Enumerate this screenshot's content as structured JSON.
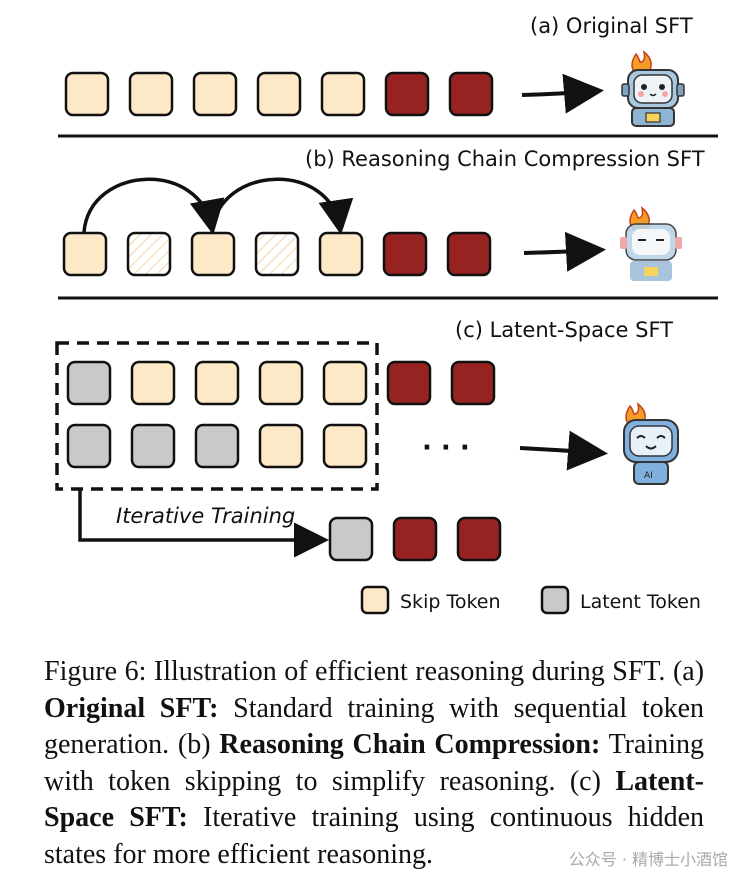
{
  "figure": {
    "panel_a_title": "(a) Original SFT",
    "panel_b_title": "(b) Reasoning Chain Compression SFT",
    "panel_c_title": "(c) Latent-Space SFT",
    "iterative_label": "Iterative Training",
    "ellipsis": "· · ·",
    "legend_skip": "Skip Token",
    "legend_latent": "Latent Token",
    "colors": {
      "token_beige": "#fde8c8",
      "token_red": "#962222",
      "token_gray": "#c9c9c9",
      "outline": "#111111"
    }
  },
  "caption": {
    "fig_label": "Figure 6: Illustration of efficient reasoning during SFT.",
    "a_prefix": "(a)",
    "a_term": "Original SFT:",
    "a_text": "Standard training with sequential token generation. (b)",
    "b_term": "Reasoning Chain Compression:",
    "b_text": "Training with token skipping to simplify reasoning. (c)",
    "c_term": "Latent-Space SFT:",
    "c_text": "Iterative training using continuous hidden states for more efficient reasoning."
  },
  "watermark": "公众号 · 精博士小酒馆"
}
